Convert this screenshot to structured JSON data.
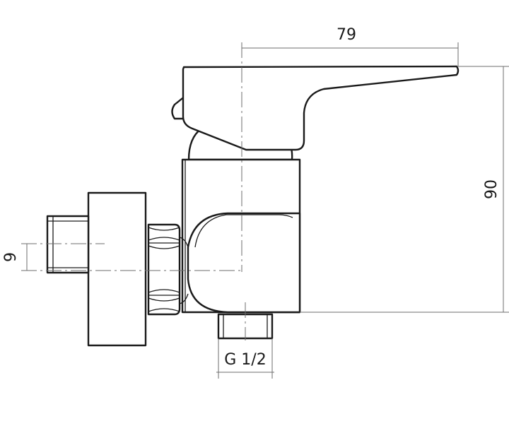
{
  "drawing": {
    "dimensions": {
      "width": "79",
      "height": "90",
      "offset": "9",
      "thread": "G 1/2"
    }
  }
}
